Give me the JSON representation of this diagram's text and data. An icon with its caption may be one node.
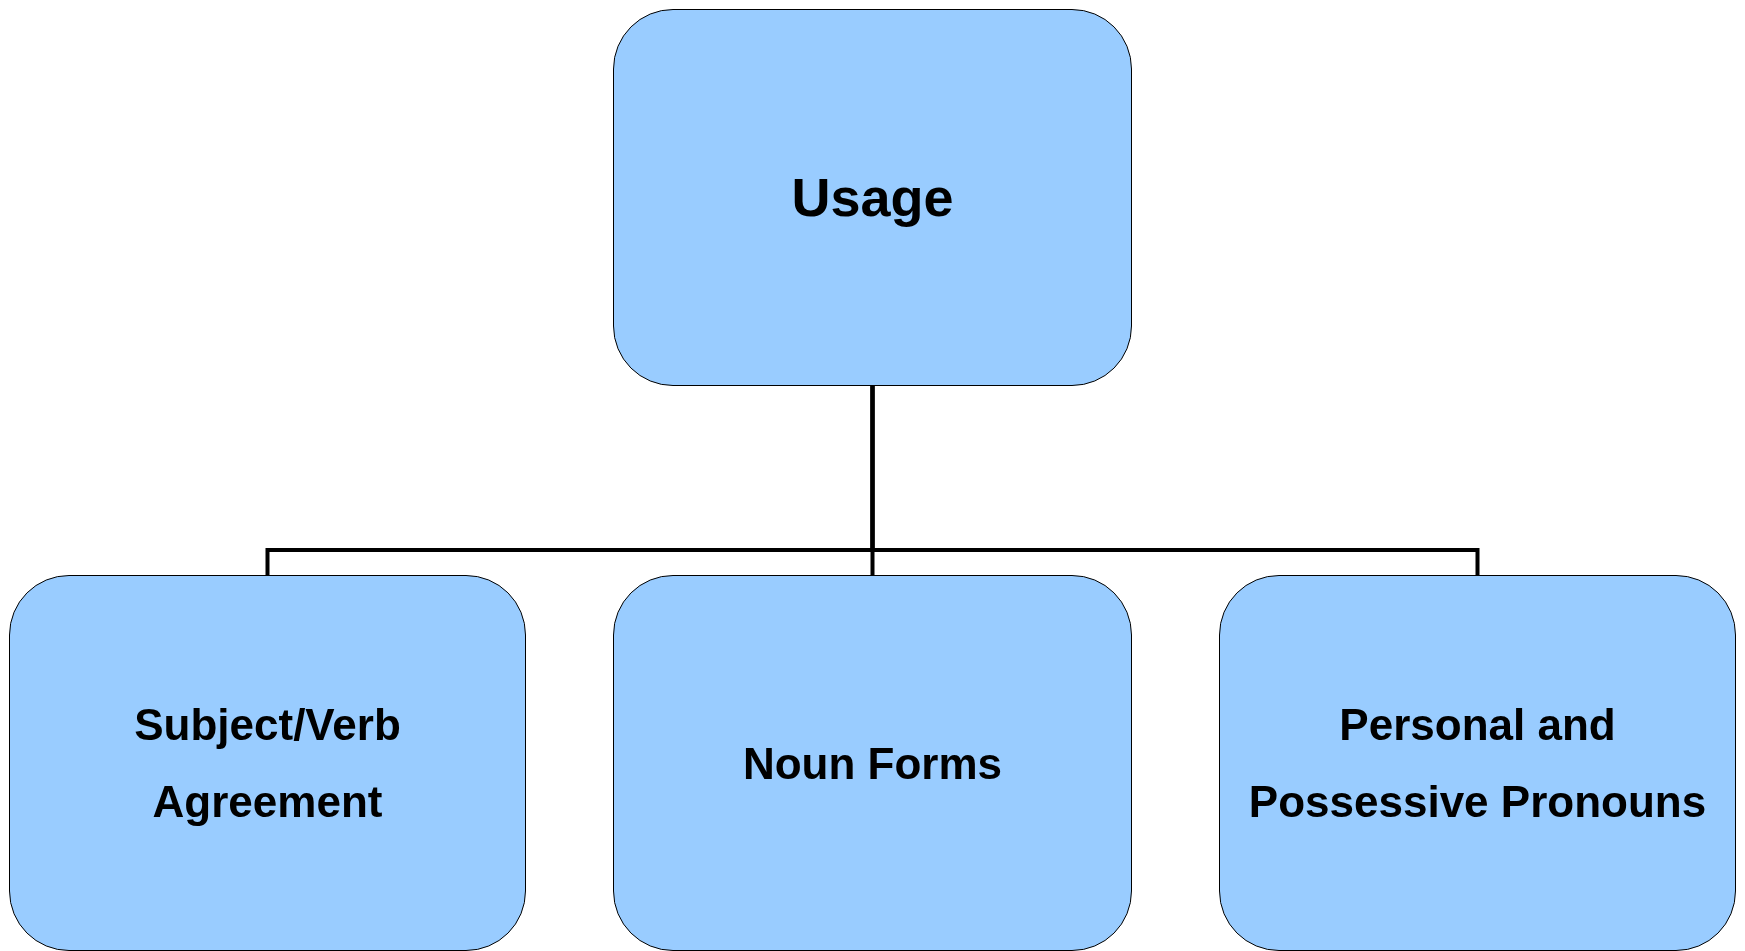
{
  "diagram": {
    "nodes": [
      {
        "text": [
          "Usage"
        ]
      },
      {
        "text": [
          "Subject/Verb Agreement"
        ]
      },
      {
        "text": [
          "Noun Forms"
        ]
      },
      {
        "text": [
          "Personal and Possessive Pronouns"
        ]
      }
    ],
    "edges": [
      {
        "from": 0,
        "to": 1,
        "arrow": "none"
      },
      {
        "from": 0,
        "to": 2,
        "arrow": "none"
      },
      {
        "from": 0,
        "to": 3,
        "arrow": "none"
      }
    ]
  }
}
